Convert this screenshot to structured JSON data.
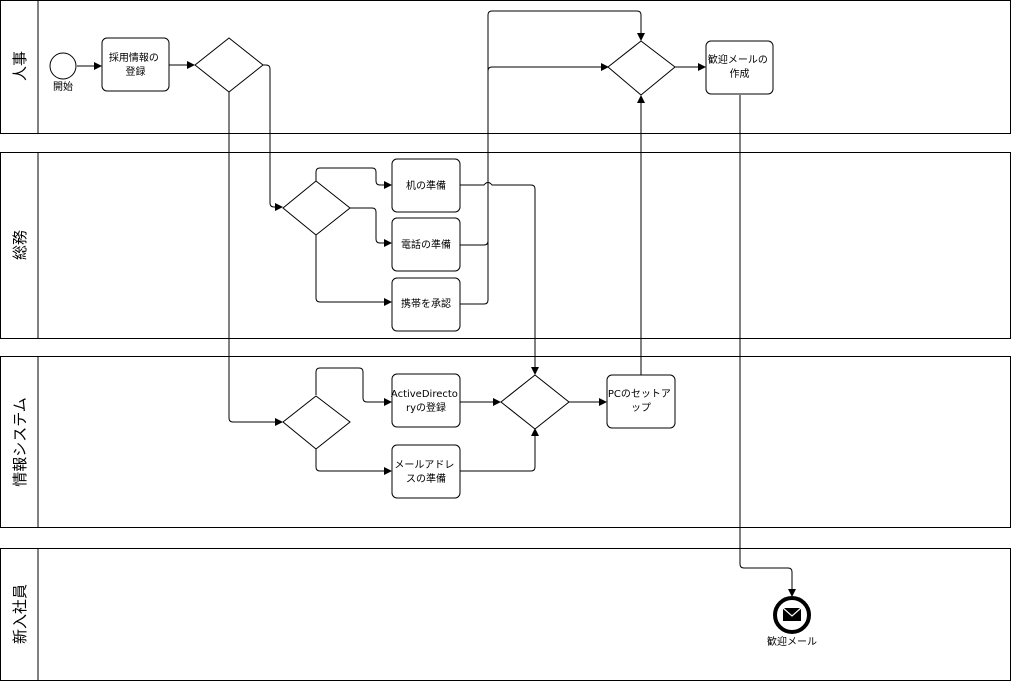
{
  "lanes": [
    {
      "id": "hr",
      "label": "人事"
    },
    {
      "id": "ga",
      "label": "総務"
    },
    {
      "id": "is",
      "label": "情報システム"
    },
    {
      "id": "new",
      "label": "新入社員"
    }
  ],
  "start_event": {
    "label": "開始"
  },
  "end_event": {
    "label": "歓迎メール",
    "icon": "envelope-icon"
  },
  "tasks": {
    "register_hiring": [
      "採用情報の",
      "登録"
    ],
    "welcome_mail": [
      "歓迎メールの",
      "作成"
    ],
    "desk": [
      "机の準備"
    ],
    "phone": [
      "電話の準備"
    ],
    "mobile": [
      "携帯を承認"
    ],
    "ad": [
      "ActiveDirecto",
      "ryの登録"
    ],
    "mail_addr": [
      "メールアドレ",
      "スの準備"
    ],
    "pc": [
      "PCのセットア",
      "ップ"
    ]
  },
  "gateways": [
    "gw-hr-split",
    "gw-hr-join",
    "gw-ga-split",
    "gw-is-split",
    "gw-is-join"
  ]
}
